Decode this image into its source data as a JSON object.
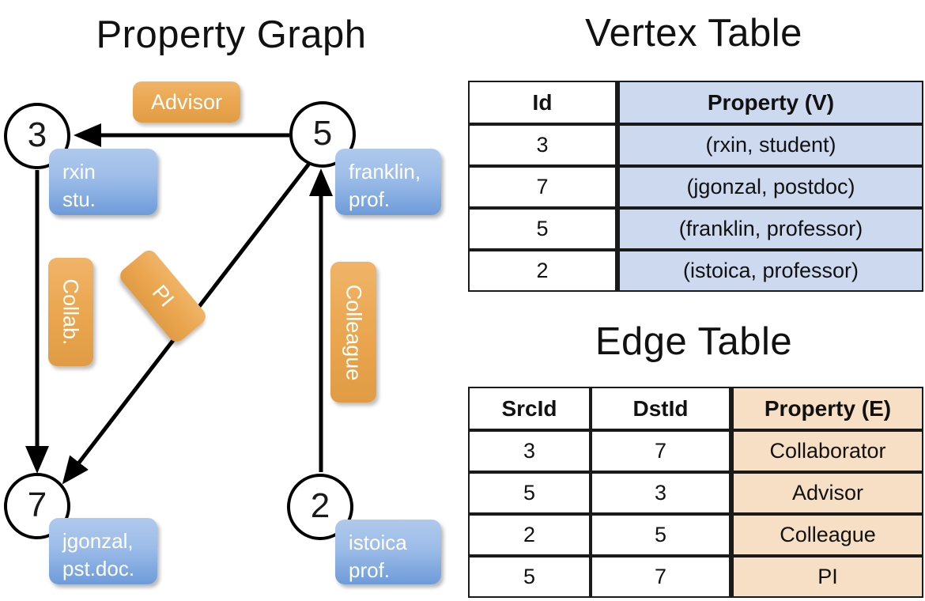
{
  "titles": {
    "property_graph": "Property Graph",
    "vertex_table": "Vertex Table",
    "edge_table": "Edge Table"
  },
  "graph": {
    "nodes": [
      {
        "id": "3",
        "property_label": "rxin\nstu."
      },
      {
        "id": "5",
        "property_label": "franklin,\nprof."
      },
      {
        "id": "7",
        "property_label": "jgonzal,\npst.doc."
      },
      {
        "id": "2",
        "property_label": "istoica\nprof."
      }
    ],
    "node_labels": {
      "n3": "3",
      "n5": "5",
      "n7": "7",
      "n2": "2"
    },
    "property_boxes": {
      "rxin_line1": "rxin",
      "rxin_line2": "stu.",
      "franklin_line1": "franklin,",
      "franklin_line2": "prof.",
      "jgonzal_line1": "jgonzal,",
      "jgonzal_line2": "pst.doc.",
      "istoica_line1": "istoica",
      "istoica_line2": "prof."
    },
    "edge_labels": {
      "advisor": "Advisor",
      "collab": "Collab.",
      "pi": "PI",
      "colleague": "Colleague"
    },
    "edges": [
      {
        "from": "5",
        "to": "3",
        "label": "Advisor"
      },
      {
        "from": "3",
        "to": "7",
        "label": "Collab."
      },
      {
        "from": "5",
        "to": "7",
        "label": "PI"
      },
      {
        "from": "2",
        "to": "5",
        "label": "Colleague"
      }
    ]
  },
  "vertex_table": {
    "headers": [
      "Id",
      "Property (V)"
    ],
    "rows": [
      {
        "id": "3",
        "property": "(rxin, student)"
      },
      {
        "id": "7",
        "property": "(jgonzal, postdoc)"
      },
      {
        "id": "5",
        "property": "(franklin, professor)"
      },
      {
        "id": "2",
        "property": "(istoica, professor)"
      }
    ]
  },
  "edge_table": {
    "headers": [
      "SrcId",
      "DstId",
      "Property (E)"
    ],
    "rows": [
      {
        "src": "3",
        "dst": "7",
        "property": "Collaborator"
      },
      {
        "src": "5",
        "dst": "3",
        "property": "Advisor"
      },
      {
        "src": "2",
        "dst": "5",
        "property": "Colleague"
      },
      {
        "src": "5",
        "dst": "7",
        "property": "PI"
      }
    ]
  },
  "colors": {
    "node_blue_top": "#b0c9ec",
    "node_blue_bottom": "#6e9bd9",
    "edge_orange_top": "#f0b468",
    "edge_orange_bottom": "#e09c45",
    "vertex_cell_fill": "#ccd9ee",
    "edge_cell_fill": "#f6dfc4",
    "stroke": "#000000"
  }
}
